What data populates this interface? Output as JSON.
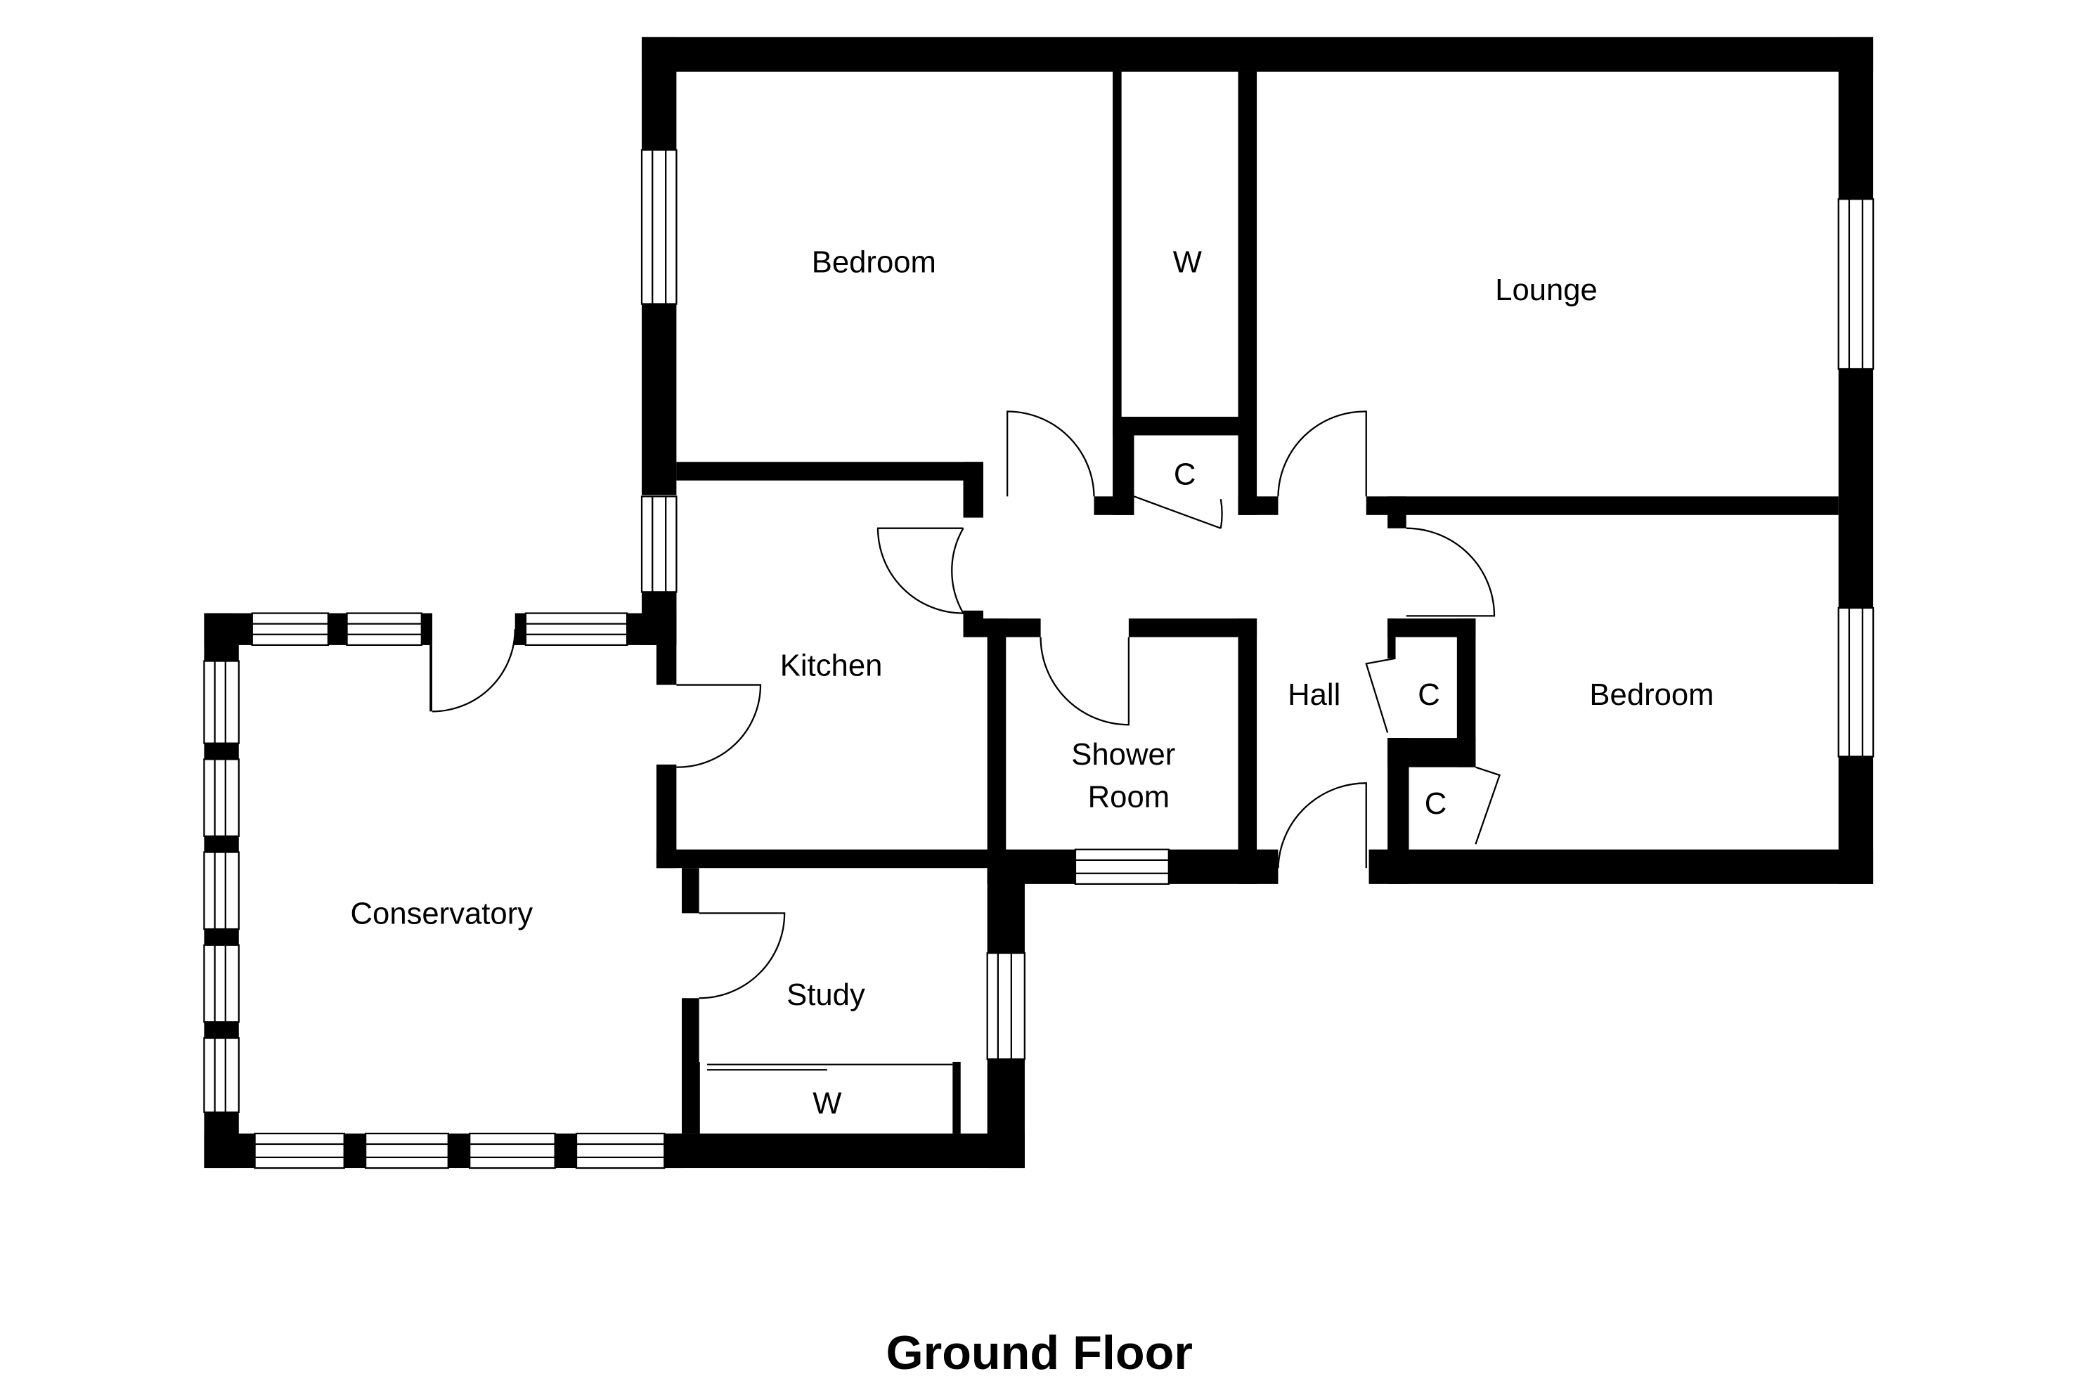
{
  "floor_title": "Ground Floor",
  "rooms": {
    "bedroom_top": "Bedroom",
    "wardrobe_top": "W",
    "cupboard_top": "C",
    "lounge": "Lounge",
    "kitchen": "Kitchen",
    "shower_room_line1": "Shower",
    "shower_room_line2": "Room",
    "hall": "Hall",
    "cupboard_upper": "C",
    "cupboard_lower": "C",
    "bedroom_right": "Bedroom",
    "conservatory": "Conservatory",
    "study": "Study",
    "wardrobe_study": "W"
  },
  "colors": {
    "wall": "#000000",
    "background": "#ffffff"
  }
}
